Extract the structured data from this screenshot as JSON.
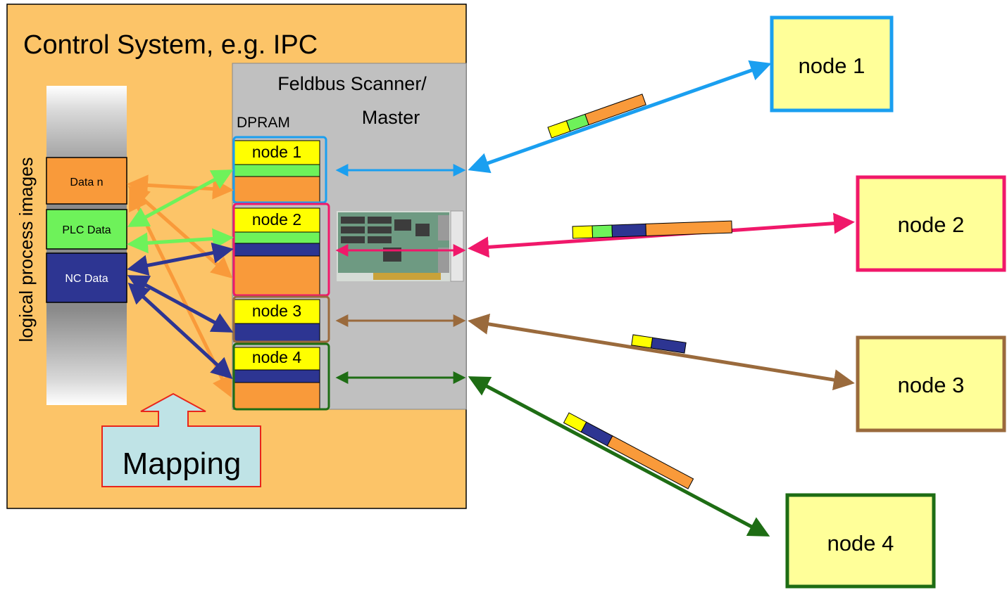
{
  "control_system": {
    "title": "Control System, e.g. IPC",
    "side_label": "logical process images",
    "mapping_label": "Mapping",
    "data_blocks": {
      "data_n": "Data n",
      "plc_data": "PLC Data",
      "nc_data": "NC Data"
    }
  },
  "scanner": {
    "title_line1": "Feldbus Scanner/",
    "title_line2": "Master",
    "dpram_label": "DPRAM",
    "slots": [
      "node 1",
      "node 2",
      "node 3",
      "node 4"
    ]
  },
  "nodes": [
    "node 1",
    "node 2",
    "node 3",
    "node 4"
  ],
  "colors": {
    "control_bg": "#fcc468",
    "scanner_bg": "#c0c0c0",
    "data_orange": "#f99a3a",
    "data_green": "#6ef25a",
    "data_navy": "#2d3592",
    "yellow": "#ffff00",
    "node_box_fill": "#ffff99",
    "node1": "#1a9ff0",
    "node2": "#f0186a",
    "node3": "#9a6a3c",
    "node4": "#1e6d14",
    "mapping_fill": "#bfe3e6",
    "mapping_border": "#e8251c"
  }
}
